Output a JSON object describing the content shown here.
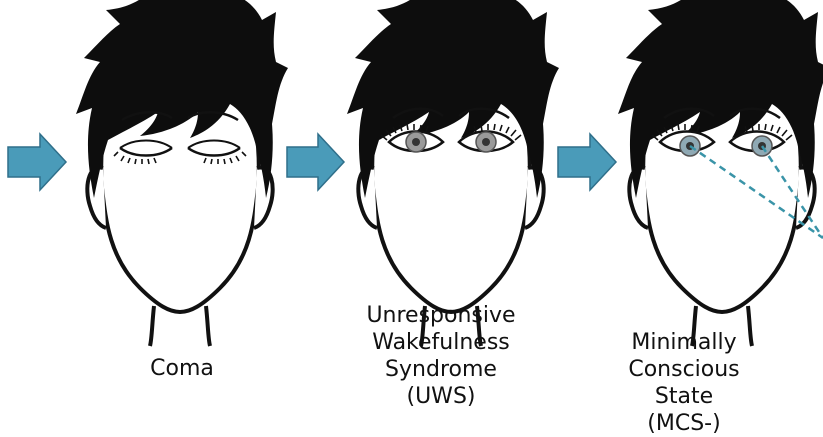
{
  "stages": [
    {
      "label_lines": [
        "Coma"
      ],
      "eyes": "closed"
    },
    {
      "label_lines": [
        "Unresponsive",
        "Wakefulness",
        "Syndrome",
        "(UWS)"
      ],
      "eyes": "open"
    },
    {
      "label_lines": [
        "Minimally",
        "Conscious",
        "State",
        "(MCS-)"
      ],
      "eyes": "tracking"
    }
  ],
  "colors": {
    "arrow_fill": "#4a9bb9",
    "arrow_stroke": "#2f6f8a",
    "gaze_line": "#3a94a8",
    "iris": "#9a9a9a",
    "outline": "#111111",
    "hair": "#0d0d0d"
  }
}
